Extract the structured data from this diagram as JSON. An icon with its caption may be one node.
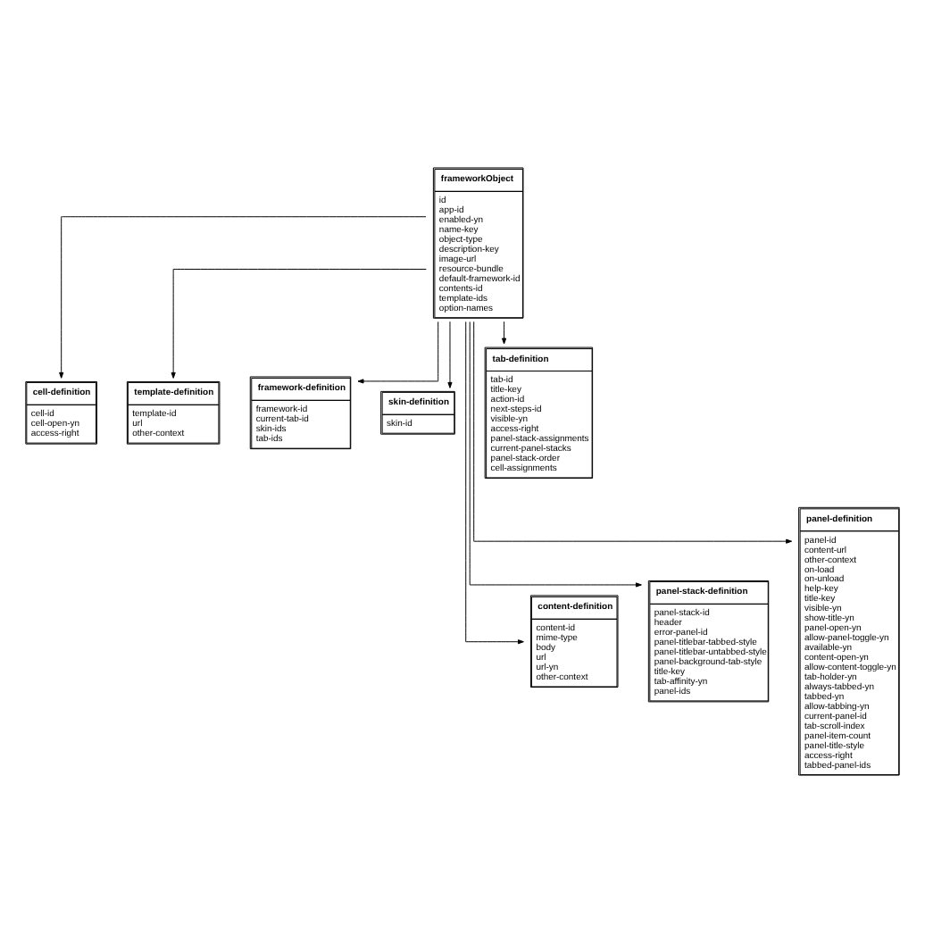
{
  "diagram": {
    "nodes": [
      {
        "text": [
          "frameworkObject",
          "id",
          "app-id",
          "enabled-yn",
          "name-key",
          "object-type",
          "description-key",
          "image-url",
          "resource-bundle",
          "default-framework-id",
          "contents-id",
          "template-ids",
          "option-names"
        ]
      },
      {
        "text": [
          "cell-definition",
          "cell-id",
          "cell-open-yn",
          "access-right"
        ]
      },
      {
        "text": [
          "template-definition",
          "template-id",
          "url",
          "other-context"
        ]
      },
      {
        "text": [
          "framework-definition",
          "framework-id",
          "current-tab-id",
          "skin-ids",
          "tab-ids"
        ]
      },
      {
        "text": [
          "skin-definition",
          "skin-id"
        ]
      },
      {
        "text": [
          "tab-definition",
          "tab-id",
          "title-key",
          "action-id",
          "next-steps-id",
          "visible-yn",
          "access-right",
          "panel-stack-assignments",
          "current-panel-stacks",
          "panel-stack-order",
          "cell-assignments"
        ]
      },
      {
        "text": [
          "content-definition",
          "content-id",
          "mime-type",
          "body",
          "url",
          "url-yn",
          "other-context"
        ]
      },
      {
        "text": [
          "panel-stack-definition",
          "panel-stack-id",
          "header",
          "error-panel-id",
          "panel-titlebar-tabbed-style",
          "panel-titlebar-untabbed-style",
          "panel-background-tab-style",
          "title-key",
          "tab-affinity-yn",
          "panel-ids"
        ]
      },
      {
        "text": [
          "panel-definition",
          "panel-id",
          "content-url",
          "other-context",
          "on-load",
          "on-unload",
          "help-key",
          "title-key",
          "visible-yn",
          "show-title-yn",
          "panel-open-yn",
          "allow-panel-toggle-yn",
          "available-yn",
          "content-open-yn",
          "allow-content-toggle-yn",
          "tab-holder-yn",
          "always-tabbed-yn",
          "tabbed-yn",
          "allow-tabbing-yn",
          "current-panel-id",
          "tab-scroll-index",
          "panel-item-count",
          "panel-title-style",
          "access-right",
          "tabbed-panel-ids"
        ]
      }
    ],
    "edges": [
      {
        "from": 0,
        "to": 1,
        "arrow": "to"
      },
      {
        "from": 0,
        "to": 2,
        "arrow": "to"
      },
      {
        "from": 0,
        "to": 3,
        "arrow": "to"
      },
      {
        "from": 0,
        "to": 4,
        "arrow": "to"
      },
      {
        "from": 0,
        "to": 5,
        "arrow": "to"
      },
      {
        "from": 0,
        "to": 6,
        "arrow": "to"
      },
      {
        "from": 0,
        "to": 7,
        "arrow": "to"
      },
      {
        "from": 0,
        "to": 8,
        "arrow": "to"
      }
    ]
  }
}
